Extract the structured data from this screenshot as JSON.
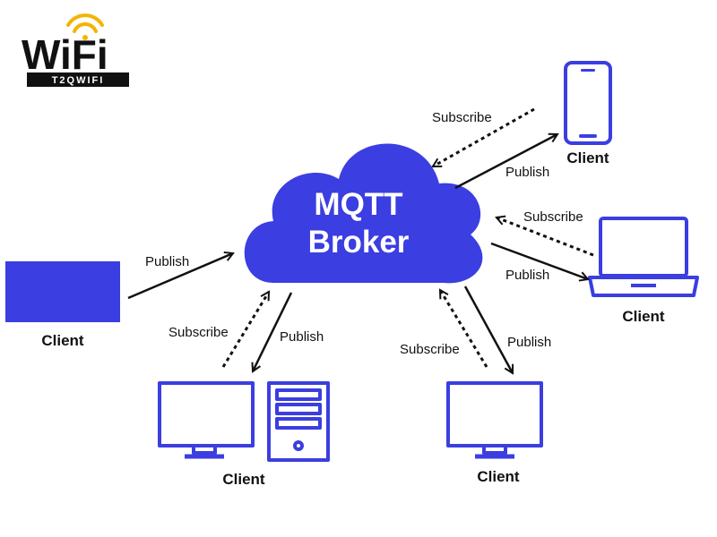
{
  "logo": {
    "main_text": "WiFi",
    "sub_text": "T2QWIFI",
    "colors": {
      "text": "#111111",
      "accent": "#f5b400",
      "band": "#111111",
      "band_text": "#ffffff"
    }
  },
  "broker": {
    "line1": "MQTT",
    "line2": "Broker",
    "color": "#3b3ee0",
    "text_color": "#ffffff"
  },
  "clients": {
    "phone": {
      "label": "Client",
      "icon": "smartphone-icon"
    },
    "laptop": {
      "label": "Client",
      "icon": "laptop-icon"
    },
    "left_box": {
      "label": "Client",
      "icon": "rectangle-device"
    },
    "desktop_server": {
      "label": "Client",
      "icon": "desktop-and-server-icon"
    },
    "monitor": {
      "label": "Client",
      "icon": "monitor-icon"
    }
  },
  "edges": {
    "phone_subscribe": "Subscribe",
    "phone_publish": "Publish",
    "laptop_subscribe": "Subscribe",
    "laptop_publish": "Publish",
    "left_publish": "Publish",
    "desktop_subscribe": "Subscribe",
    "desktop_publish": "Publish",
    "monitor_subscribe": "Subscribe",
    "monitor_publish": "Publish"
  },
  "colors": {
    "device_stroke": "#3b3ee0",
    "device_fill": "#3b3ee0",
    "arrow": "#111111"
  }
}
